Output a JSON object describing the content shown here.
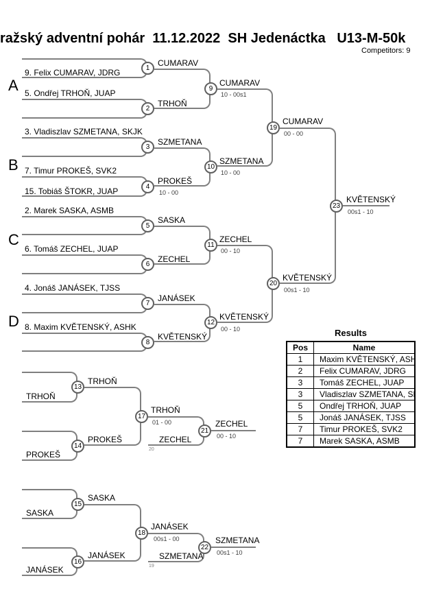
{
  "header": {
    "title": "ražský adventní pohár  11.12.2022  SH Jedenáctka   U13-M-50k",
    "competitors": "Competitors: 9"
  },
  "groups": {
    "a": "A",
    "b": "B",
    "c": "C",
    "d": "D"
  },
  "seeds": [
    "9. Felix CUMARAV, JDRG",
    "5. Ondřej TRHOŇ, JUAP",
    "3. Vladiszlav SZMETANA, SKJK",
    "7. Timur PROKEŠ, SVK2",
    "15. Tobiáš ŠTOKR, JUAP",
    "2. Marek SASKA, ASMB",
    "6. Tomáš ZECHEL, JUAP",
    "4. Jonáš JANÁSEK, TJSS",
    "8. Maxim KVĚTENSKÝ, ASHK"
  ],
  "matches": {
    "m1": {
      "no": "1",
      "winner": "CUMARAV"
    },
    "m2": {
      "no": "2",
      "winner": "TRHOŇ"
    },
    "m3": {
      "no": "3",
      "winner": "SZMETANA"
    },
    "m4": {
      "no": "4",
      "winner": "PROKEŠ",
      "score": "10 - 00"
    },
    "m5": {
      "no": "5",
      "winner": "SASKA"
    },
    "m6": {
      "no": "6",
      "winner": "ZECHEL"
    },
    "m7": {
      "no": "7",
      "winner": "JANÁSEK"
    },
    "m8": {
      "no": "8",
      "winner": "KVĚTENSKÝ"
    },
    "m9": {
      "no": "9",
      "winner": "CUMARAV",
      "score": "10 - 00s1"
    },
    "m10": {
      "no": "10",
      "winner": "SZMETANA",
      "score": "10 - 00"
    },
    "m11": {
      "no": "11",
      "winner": "ZECHEL",
      "score": "00 - 10"
    },
    "m12": {
      "no": "12",
      "winner": "KVĚTENSKÝ",
      "score": "00 - 10"
    },
    "m13": {
      "no": "13",
      "winner": "TRHOŇ",
      "entry": "TRHOŇ"
    },
    "m14": {
      "no": "14",
      "winner": "PROKEŠ",
      "entry": "PROKEŠ"
    },
    "m15": {
      "no": "15",
      "winner": "SASKA",
      "entry": "SASKA"
    },
    "m16": {
      "no": "16",
      "winner": "JANÁSEK",
      "entry": "JANÁSEK"
    },
    "m17": {
      "no": "17",
      "winner": "TRHOŇ",
      "score": "01 - 00"
    },
    "m18": {
      "no": "18",
      "winner": "JANÁSEK",
      "score": "00s1 - 00"
    },
    "m19": {
      "no": "19",
      "winner": "CUMARAV",
      "score": "00 - 00"
    },
    "m20": {
      "no": "20",
      "winner": "KVĚTENSKÝ",
      "score": "00s1 - 10"
    },
    "m21": {
      "no": "21",
      "winner": "ZECHEL",
      "score": "00 - 10",
      "entry": "ZECHEL",
      "entry_ref": "20"
    },
    "m22": {
      "no": "22",
      "winner": "SZMETANA",
      "score": "00s1 - 10",
      "entry": "SZMETANA",
      "entry_ref": "19"
    },
    "m23": {
      "no": "23",
      "winner": "KVĚTENSKÝ",
      "score": "00s1 - 10"
    }
  },
  "results": {
    "title": "Results",
    "columns": [
      "Pos",
      "Name"
    ],
    "rows": [
      [
        "1",
        "Maxim KVĚTENSKÝ, ASHK"
      ],
      [
        "2",
        "Felix CUMARAV, JDRG"
      ],
      [
        "3",
        "Tomáš ZECHEL, JUAP"
      ],
      [
        "3",
        "Vladiszlav SZMETANA, SKJK"
      ],
      [
        "5",
        "Ondřej TRHOŇ, JUAP"
      ],
      [
        "5",
        "Jonáš JANÁSEK, TJSS"
      ],
      [
        "7",
        "Timur PROKEŠ, SVK2"
      ],
      [
        "7",
        "Marek SASKA, ASMB"
      ]
    ]
  }
}
